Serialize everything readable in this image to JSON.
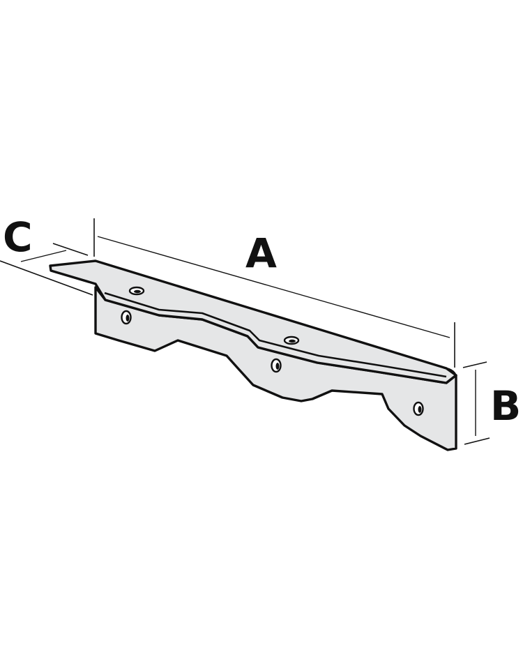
{
  "diagram": {
    "dimensions": {
      "length_label": "A",
      "height_label": "B",
      "width_label": "C"
    },
    "colors": {
      "bracket_fill": "#e5e6e7",
      "outline": "#111111",
      "background": "#ffffff"
    },
    "fastener_holes": {
      "top_flange": 2,
      "vertical_flange": 3
    }
  }
}
